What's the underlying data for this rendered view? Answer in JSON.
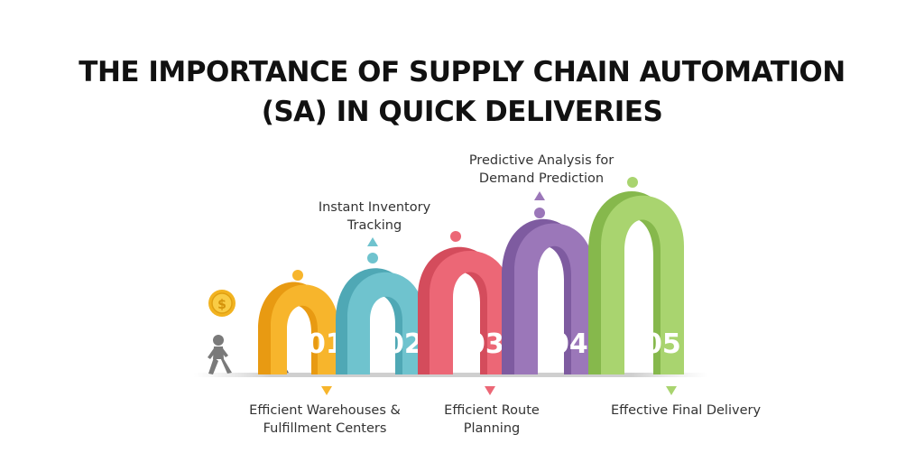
{
  "title": {
    "line1": "THE IMPORTANCE OF SUPPLY CHAIN AUTOMATION",
    "line2": "(SA) IN QUICK DELIVERIES"
  },
  "steps": [
    {
      "number": "01",
      "label_lines": [
        "Efficient Warehouses &",
        "Fulfillment Centers"
      ],
      "label_position": "below",
      "color": "#F7B52C"
    },
    {
      "number": "02",
      "label_lines": [
        "Instant Inventory",
        "Tracking"
      ],
      "label_position": "above",
      "color": "#6FC3CE"
    },
    {
      "number": "03",
      "label_lines": [
        "Efficient Route",
        "Planning"
      ],
      "label_position": "below",
      "color": "#EC6776"
    },
    {
      "number": "04",
      "label_lines": [
        "Predictive Analysis for",
        "Demand Prediction"
      ],
      "label_position": "above",
      "color": "#9B77B9"
    },
    {
      "number": "05",
      "label_lines": [
        "Effective Final Delivery"
      ],
      "label_position": "below",
      "color": "#A9D46F"
    }
  ],
  "icons": {
    "coin": "dollar-coin-icon",
    "walker": "walking-person-icon"
  }
}
